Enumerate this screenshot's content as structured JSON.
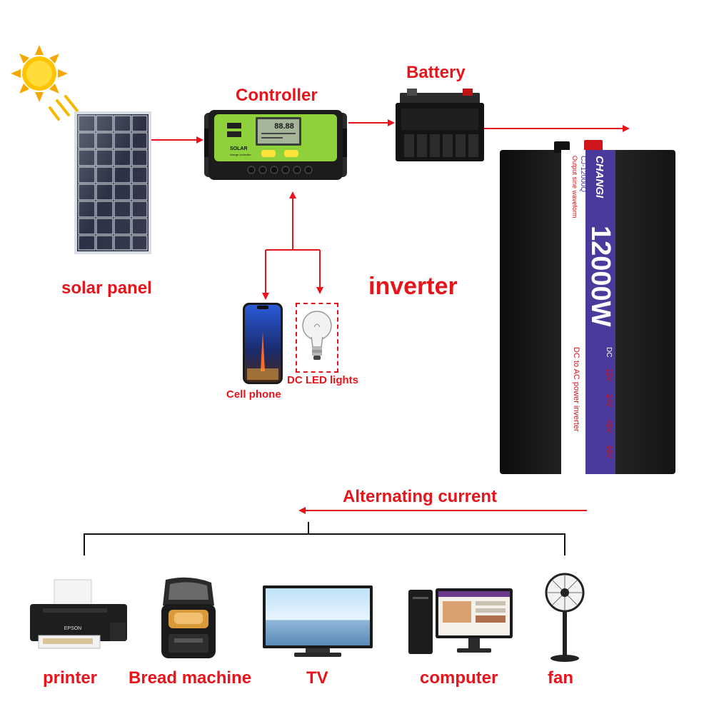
{
  "labels": {
    "battery": "Battery",
    "controller": "Controller",
    "solar_panel": "solar panel",
    "inverter": "inverter",
    "cell_phone": "Cell phone",
    "dc_led_lights": "DC LED lights",
    "alternating_current": "Alternating current",
    "printer": "printer",
    "bread_machine": "Bread machine",
    "tv": "TV",
    "computer": "computer",
    "fan": "fan"
  },
  "controller_device": {
    "brand": "SOLAR",
    "sub": "charge controller",
    "lcd_value": "88.88"
  },
  "inverter_device": {
    "brand": "CHANGI",
    "model": "CJ-12000Q",
    "wave": "Output sine waveform",
    "power": "12000W",
    "desc": "DC to AC power inverter",
    "dc": "DC",
    "voltages": [
      "12V",
      "24V",
      "48V",
      "60V"
    ]
  },
  "printer_device": {
    "brand": "EPSON"
  },
  "colors": {
    "accent_red": "#e8141b",
    "controller_green": "#8fd13a",
    "inverter_purple": "#4a3a9c",
    "inverter_body": "#1a1a1a"
  }
}
